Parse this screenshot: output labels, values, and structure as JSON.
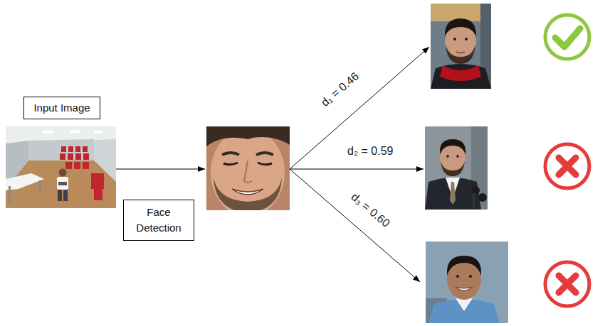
{
  "diagram": {
    "nodes": [
      {
        "text": [
          "Input Image"
        ]
      },
      {
        "text": [
          "Face Detection"
        ]
      }
    ],
    "labels": [
      "d₁ = 0.46",
      "d₂ = 0.59",
      "d₃ = 0.60"
    ]
  }
}
